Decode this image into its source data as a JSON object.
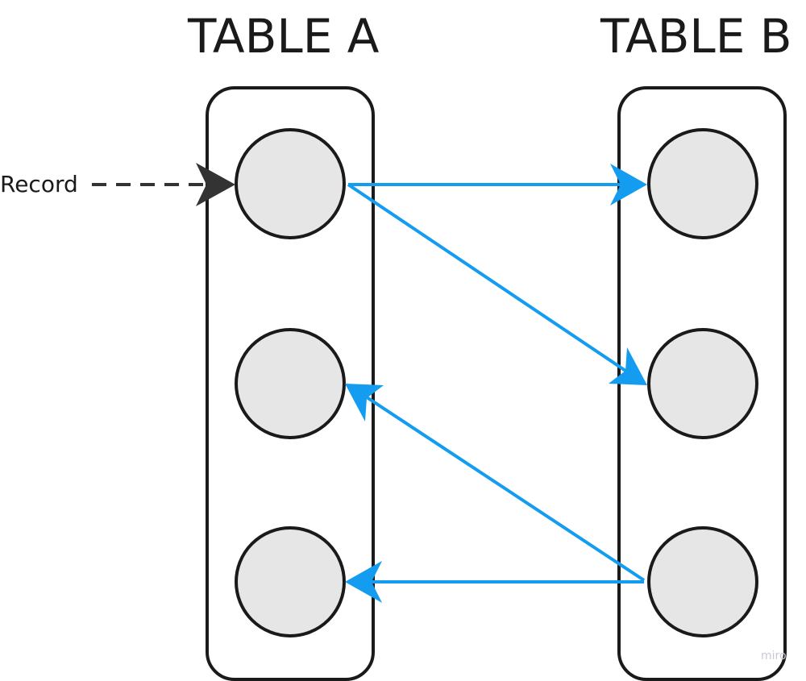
{
  "diagram": {
    "table_a_title": "TABLE A",
    "table_b_title": "TABLE B",
    "record_label": "Record",
    "watermark": "miro",
    "colors": {
      "outline": "#1a1a1a",
      "node_fill": "#e6e6e6",
      "link": "#139cf0",
      "record_arrow": "#333333",
      "background": "#ffffff"
    }
  }
}
